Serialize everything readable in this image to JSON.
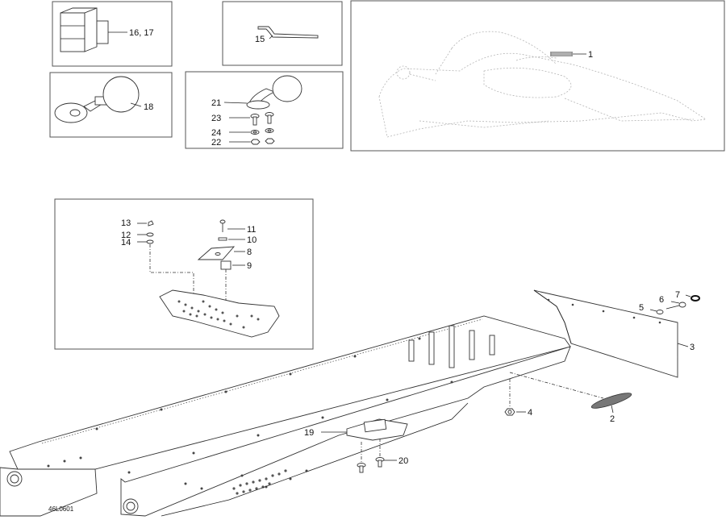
{
  "diagram": {
    "figure_code": "46L0601",
    "callouts": {
      "c1": "1",
      "c2": "2",
      "c3": "3",
      "c4": "4",
      "c5": "5",
      "c6": "6",
      "c7": "7",
      "c8": "8",
      "c9": "9",
      "c10": "10",
      "c11": "11",
      "c12": "12",
      "c13": "13",
      "c14": "14",
      "c15": "15",
      "c16_17": "16, 17",
      "c18": "18",
      "c19": "19",
      "c20": "20",
      "c21": "21",
      "c22": "22",
      "c23": "23",
      "c24": "24"
    }
  }
}
